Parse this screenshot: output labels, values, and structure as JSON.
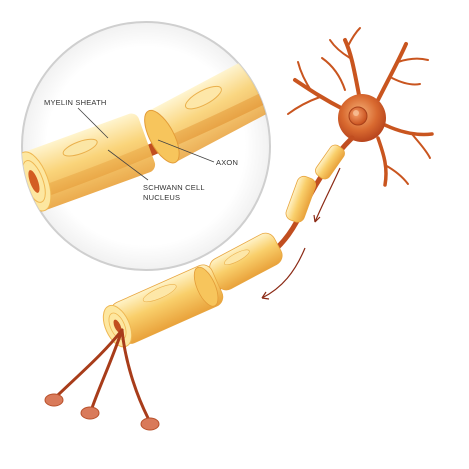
{
  "labels": {
    "myelin_sheath": "MYELIN SHEATH",
    "axon": "AXON",
    "schwann_line1": "SCHWANN CELL",
    "schwann_line2": "NUCLEUS"
  },
  "colors": {
    "myelin_light": "#fdeaa8",
    "myelin_mid": "#f8c65e",
    "myelin_dark": "#e9a23b",
    "axon": "#b8451d",
    "soma": "#d2602a",
    "soma_light": "#f29a5a",
    "terminal": "#d97a5a",
    "circle_border": "#cfcfcf",
    "arrow": "#8b2a15",
    "label_text": "#333333"
  },
  "icons": {
    "direction_arrows": "curved-arrow-icon"
  }
}
